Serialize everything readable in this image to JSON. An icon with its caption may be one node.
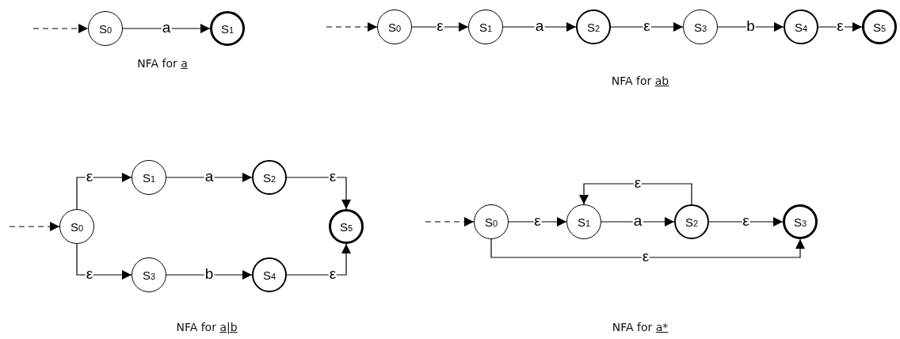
{
  "diagram": {
    "nodes": [
      {
        "text": [
          "S$_{0}$"
        ]
      },
      {
        "text": [
          "S$_{1}$"
        ]
      },
      {
        "text": [
          "S$_{0}$"
        ]
      },
      {
        "text": [
          "S$_{1}$"
        ]
      },
      {
        "text": [
          "S$_{2}$"
        ]
      },
      {
        "text": [
          "S$_{3}$"
        ]
      },
      {
        "text": [
          "S$_{4}$"
        ]
      },
      {
        "text": [
          "S$_{5}$"
        ]
      },
      {
        "text": [
          "S$_{0}$"
        ]
      },
      {
        "text": [
          "S$_{1}$"
        ]
      },
      {
        "text": [
          "S$_{2}$"
        ]
      },
      {
        "text": [
          "S$_{3}$"
        ]
      },
      {
        "text": [
          "S$_{4}$"
        ]
      },
      {
        "text": [
          "S$_{5}$"
        ]
      },
      {
        "text": [
          "S$_{0}$"
        ]
      },
      {
        "text": [
          "S$_{1}$"
        ]
      },
      {
        "text": [
          "S$_{2}$"
        ]
      },
      {
        "text": [
          "S$_{3}$"
        ]
      }
    ],
    "edges": [
      {
        "from": null,
        "to": 0,
        "arrow": "to",
        "style": "dashed"
      },
      {
        "from": 0,
        "to": 1,
        "arrow": "to",
        "label": "a"
      },
      {
        "from": null,
        "to": 2,
        "arrow": "to",
        "style": "dashed"
      },
      {
        "from": 2,
        "to": 3,
        "arrow": "to",
        "label": "ε"
      },
      {
        "from": 3,
        "to": 4,
        "arrow": "to",
        "label": "a"
      },
      {
        "from": 4,
        "to": 5,
        "arrow": "to",
        "label": "ε"
      },
      {
        "from": 5,
        "to": 6,
        "arrow": "to",
        "label": "b"
      },
      {
        "from": 6,
        "to": 7,
        "arrow": "to",
        "label": "ε"
      },
      {
        "from": null,
        "to": 8,
        "arrow": "to",
        "style": "dashed"
      },
      {
        "from": 8,
        "to": 9,
        "arrow": "to",
        "label": "ε"
      },
      {
        "from": 9,
        "to": 10,
        "arrow": "to",
        "label": "a"
      },
      {
        "from": 10,
        "to": 13,
        "arrow": "to",
        "label": "ε"
      },
      {
        "from": 8,
        "to": 11,
        "arrow": "to",
        "label": "ε"
      },
      {
        "from": 11,
        "to": 12,
        "arrow": "to",
        "label": "b"
      },
      {
        "from": 12,
        "to": 13,
        "arrow": "to",
        "label": "ε"
      },
      {
        "from": null,
        "to": 14,
        "arrow": "to",
        "style": "dashed"
      },
      {
        "from": 14,
        "to": 15,
        "arrow": "to",
        "label": "ε"
      },
      {
        "from": 15,
        "to": 16,
        "arrow": "to",
        "label": "a"
      },
      {
        "from": 16,
        "to": 17,
        "arrow": "to",
        "label": "ε"
      },
      {
        "from": 16,
        "to": 15,
        "arrow": "to",
        "label": "ε"
      },
      {
        "from": 14,
        "to": 17,
        "arrow": "to",
        "label": "ε"
      }
    ],
    "labels": [
      "NFA for a",
      "NFA for ab",
      "NFA for a|b",
      "NFA for a*"
    ]
  }
}
